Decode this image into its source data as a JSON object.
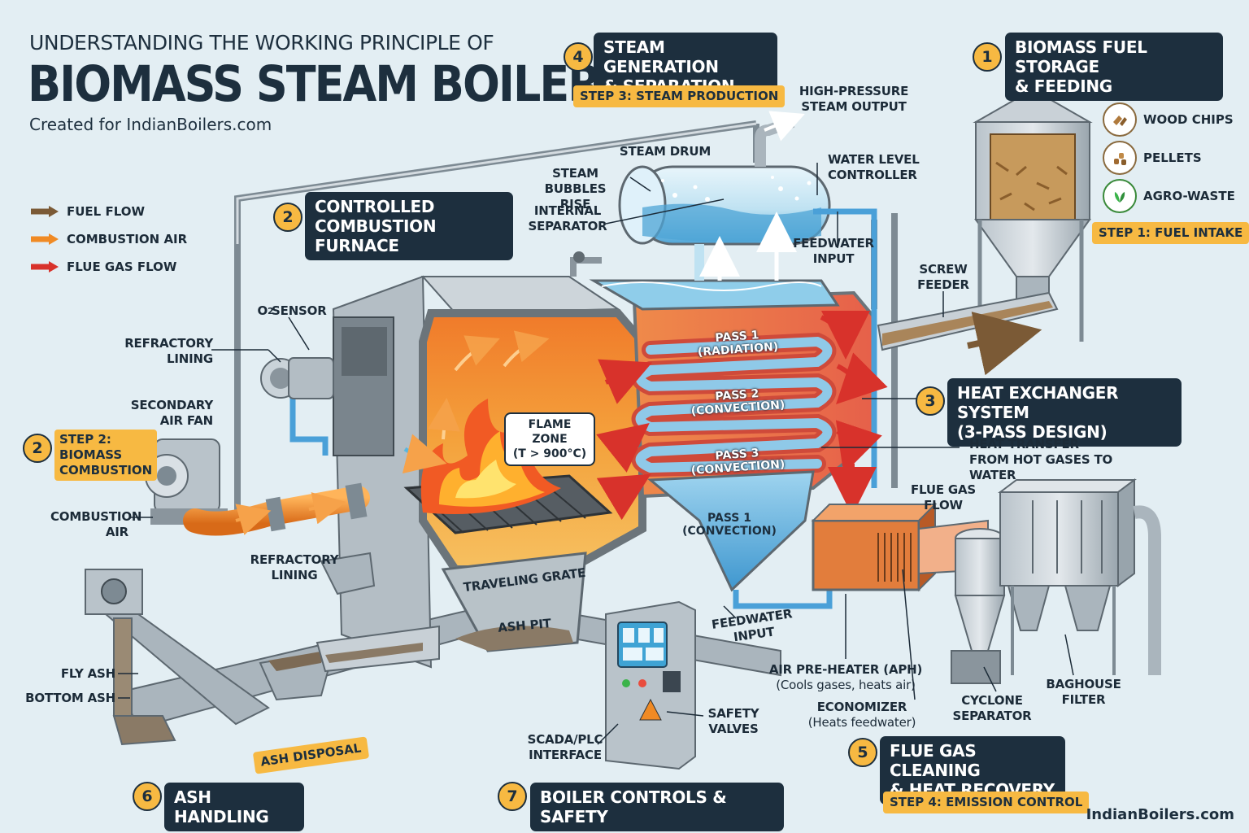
{
  "header": {
    "title_top": "UNDERSTANDING THE WORKING PRINCIPLE OF",
    "title_main": "BIOMASS STEAM BOILERS",
    "subtitle": "Created for IndianBoilers.com"
  },
  "legend": [
    {
      "label": "FUEL FLOW",
      "color": "#7b5a36"
    },
    {
      "label": "COMBUSTION AIR",
      "color": "#f08a24"
    },
    {
      "label": "FLUE GAS FLOW",
      "color": "#d8322b"
    }
  ],
  "sections": {
    "s1": {
      "num": "1",
      "title_line1": "BIOMASS FUEL STORAGE",
      "title_line2": "& FEEDING",
      "step": "STEP 1: FUEL INTAKE"
    },
    "s2": {
      "num": "2",
      "title_line1": "CONTROLLED",
      "title_line2": "COMBUSTION FURNACE"
    },
    "s2b": {
      "num": "2",
      "step_line1": "STEP 2:",
      "step_line2": "BIOMASS",
      "step_line3": "COMBUSTION"
    },
    "s3": {
      "num": "3",
      "title_line1": "HEAT EXCHANGER SYSTEM",
      "title_line2": "(3-PASS DESIGN)"
    },
    "s4": {
      "num": "4",
      "title_line1": "STEAM GENERATION",
      "title_line2": "& SEPARATION",
      "step": "STEP 3: STEAM PRODUCTION"
    },
    "s5": {
      "num": "5",
      "title_line1": "FLUE GAS CLEANING",
      "title_line2": "& HEAT RECOVERY",
      "step": "STEP 4: EMISSION CONTROL"
    },
    "s6": {
      "num": "6",
      "title": "ASH HANDLING",
      "step": "ASH DISPOSAL"
    },
    "s7": {
      "num": "7",
      "title": "BOILER CONTROLS & SAFETY"
    }
  },
  "fuels": [
    {
      "label": "WOOD CHIPS",
      "icon": "wood-chips-icon"
    },
    {
      "label": "PELLETS",
      "icon": "pellets-icon"
    },
    {
      "label": "AGRO-WASTE",
      "icon": "leaf-icon"
    }
  ],
  "labels": {
    "high_pressure_1": "HIGH-PRESSURE",
    "high_pressure_2": "STEAM OUTPUT",
    "steam_drum": "STEAM DRUM",
    "steam_bubbles_1": "STEAM BUBBLES",
    "steam_bubbles_2": "RISE",
    "internal_sep_1": "INTERNAL",
    "internal_sep_2": "SEPARATOR",
    "water_level_1": "WATER LEVEL",
    "water_level_2": "CONTROLLER",
    "feedwater_top_1": "FEEDWATER",
    "feedwater_top_2": "INPUT",
    "screw_1": "SCREW",
    "screw_2": "FEEDER",
    "o2_prefix": "O",
    "o2_sub": "2",
    "o2_suffix": " SENSOR",
    "refractory_top_1": "REFRACTORY",
    "refractory_top_2": "LINING",
    "secondary_fan_1": "SECONDARY",
    "secondary_fan_2": "AIR FAN",
    "combustion_air_1": "COMBUSTION",
    "combustion_air_2": "AIR",
    "refractory_bot_1": "REFRACTORY",
    "refractory_bot_2": "LINING",
    "flame_zone_1": "FLAME ZONE",
    "flame_zone_2": "(T > 900°C)",
    "pass1_rad_1": "PASS 1",
    "pass1_rad_2": "(RADIATION)",
    "pass2_1": "PASS 2",
    "pass2_2": "(CONVECTION)",
    "pass3_1": "PASS 3",
    "pass3_2": "(CONVECTION)",
    "pass1_conv_1": "PASS 1",
    "pass1_conv_2": "(CONVECTION)",
    "heat_transfer_1": "HEAT TRANSFER",
    "heat_transfer_2": "FROM HOT GASES TO WATER",
    "flue_gas_1": "FLUE GAS",
    "flue_gas_2": "FLOW",
    "traveling_grate": "TRAVELING GRATE",
    "ash_pit": "ASH PIT",
    "feedwater_bot_1": "FEEDWATER",
    "feedwater_bot_2": "INPUT",
    "aph_1": "AIR PRE-HEATER (APH)",
    "aph_2": "(Cools gases, heats air)",
    "economizer_1": "ECONOMIZER",
    "economizer_2": "(Heats feedwater)",
    "cyclone_1": "CYCLONE",
    "cyclone_2": "SEPARATOR",
    "baghouse_1": "BAGHOUSE",
    "baghouse_2": "FILTER",
    "fly_ash": "FLY ASH",
    "bottom_ash": "BOTTOM ASH",
    "safety_valves_1": "SAFETY",
    "safety_valves_2": "VALVES",
    "scada_1": "SCADA/PLC",
    "scada_2": "INTERFACE"
  },
  "watermark": "IndianBoilers.com"
}
